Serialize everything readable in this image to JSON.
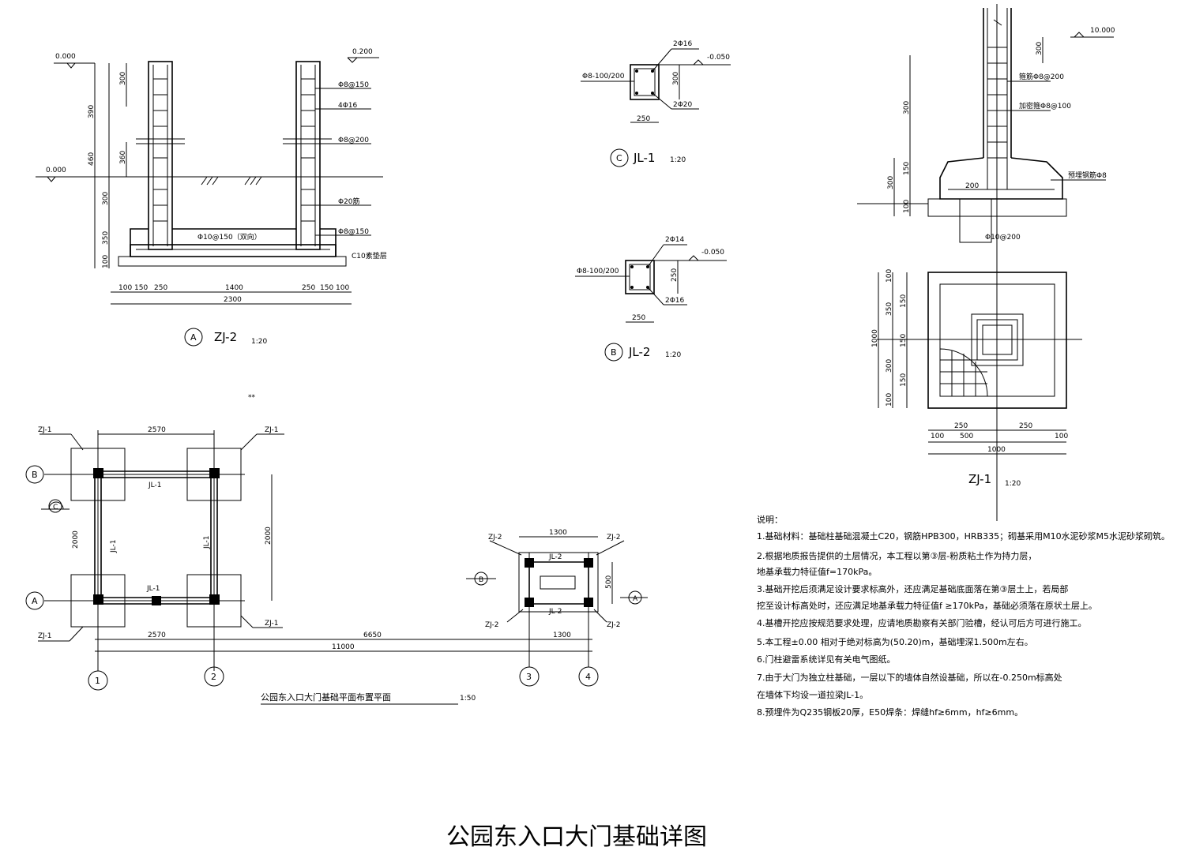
{
  "title": "公园东入口大门基础详图",
  "detail_A": {
    "label": "ZJ-2",
    "circle": "A",
    "scale": "1:20",
    "elev_left": "0.000",
    "elev_right": "0.200",
    "elev_ground": "0.000",
    "dims_v": [
      "300",
      "390",
      "460",
      "300",
      "350",
      "100"
    ],
    "dims_v2": "360",
    "dims_h": [
      "100",
      "150",
      "250",
      "1400",
      "250",
      "150",
      "100"
    ],
    "dim_total": "2300",
    "callouts": [
      "Φ8@150",
      "4Φ16",
      "Φ8@200",
      "Φ20筋",
      "Φ8@150"
    ],
    "slab_note": "Φ10@150（双向）",
    "bed_note": "C10素垫层"
  },
  "detail_C": {
    "label": "JL-1",
    "circle": "C",
    "scale": "1:20",
    "top_bar": "2Φ16",
    "stirrup": "Φ8-100/200",
    "bottom_bar": "2Φ20",
    "elev": "-0.050",
    "w": "250",
    "h": "300"
  },
  "detail_B": {
    "label": "JL-2",
    "circle": "B",
    "scale": "1:20",
    "top_bar": "2Φ14",
    "stirrup": "Φ8-100/200",
    "bottom_bar": "2Φ16",
    "elev": "-0.050",
    "w": "250",
    "h": "250"
  },
  "detail_ZJ1": {
    "label": "ZJ-1",
    "scale": "1:20",
    "elev_top": "10.000",
    "callouts": [
      "箍筋Φ8@200",
      "加密箍Φ8@100",
      "预埋钢筋Φ8"
    ],
    "base_rebar": "Φ10@200",
    "dims_v": [
      "300",
      "300",
      "150",
      "300",
      "100"
    ],
    "plan_v": [
      "100",
      "350",
      "150",
      "1000",
      "150",
      "300",
      "150",
      "100"
    ],
    "plan_h": [
      "100",
      "250",
      "500",
      "250",
      "100"
    ],
    "plan_total": "1000",
    "dim_200": "200"
  },
  "plan": {
    "caption": "公园东入口大门基础平面布置平面",
    "scale": "1:50",
    "axes_v": [
      "1",
      "2",
      "3",
      "4"
    ],
    "axes_h": [
      "B",
      "A"
    ],
    "tags_left": [
      "ZJ-1",
      "ZJ-1",
      "ZJ-1",
      "ZJ-1"
    ],
    "beams": [
      "JL-1",
      "JL-1",
      "JL-1",
      "JL-1"
    ],
    "tags_right": [
      "ZJ-2",
      "ZJ-2",
      "ZJ-2",
      "ZJ-2"
    ],
    "beams_right": [
      "JL-2",
      "JL-2"
    ],
    "dims": {
      "top": "2570",
      "side": "2000",
      "side2": "2000",
      "bot": "2570",
      "span": "6650",
      "total": "11000",
      "rtop": "1300",
      "rbot": "1300",
      "rside": "500"
    },
    "section_marks": [
      "C",
      "B",
      "A"
    ]
  },
  "notes": {
    "heading": "说明：",
    "items": [
      "1.基础材料：基础柱基础混凝土C20，钢筋HPB300，HRB335；砌基采用M10水泥砂浆M5水泥砂浆砌筑。",
      "2.根据地质报告提供的土层情况，本工程以第③层-粉质粘土作为持力层，",
      "  地基承载力特征值f=170kPa。",
      "3.基础开挖后须满足设计要求标高外，还应满足基础底面落在第③层土上，若局部",
      "  挖至设计标高处时，还应满足地基承载力特征值f ≥170kPa，基础必须落在原状土层上。",
      "4.基槽开挖应按规范要求处理，应请地质勘察有关部门验槽，经认可后方可进行施工。",
      "5.本工程±0.00 相对于绝对标高为(50.20)m，基础埋深1.500m左右。",
      "6.门柱避雷系统详见有关电气图纸。",
      "7.由于大门为独立柱基础，一层以下的墙体自然设基础，所以在-0.250m标高处",
      "  在墙体下均设一道拉梁JL-1。",
      "8.预埋件为Q235钢板20厚，E50焊条：焊缝hf≥6mm，hf≥6mm。"
    ]
  },
  "stray_mark": "**"
}
